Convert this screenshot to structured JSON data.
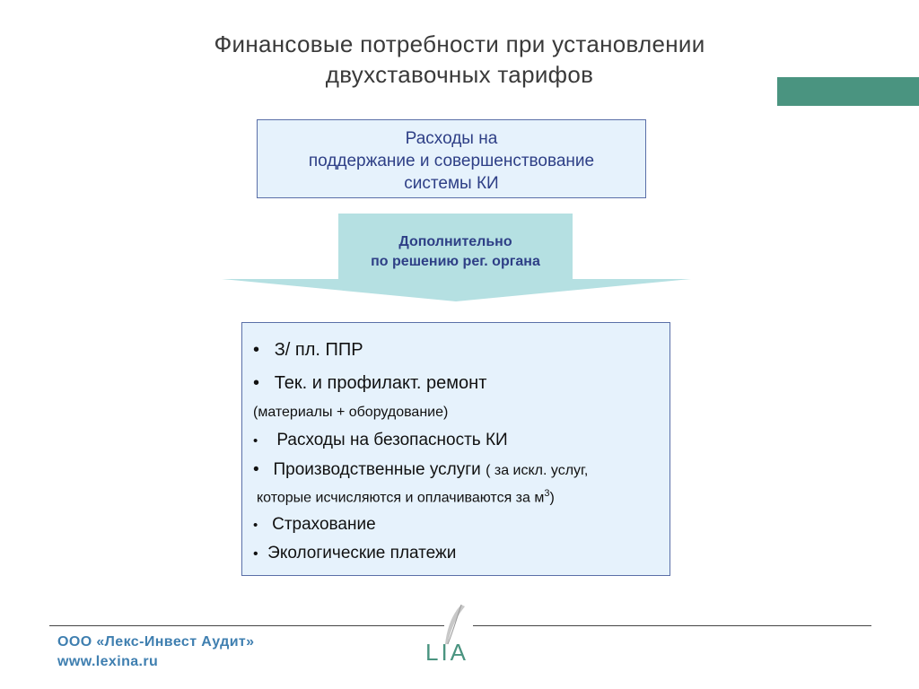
{
  "slide": {
    "title_line1": "Финансовые потребности при установлении",
    "title_line2": "двухставочных тарифов"
  },
  "top_box": {
    "line1": "Расходы на",
    "line2": "поддержание  и совершенствование",
    "line3": "системы КИ"
  },
  "arrow": {
    "line1": "Дополнительно",
    "line2": "по решению  рег. органа"
  },
  "list": {
    "bullet": "•",
    "item1": "З/ пл. ППР",
    "item2": "Тек.  и профилакт. ремонт",
    "item2_note": "(материалы + оборудование)",
    "item3": "Расходы на безопасность КИ",
    "item4": "Производственные услуги",
    "item4_note": "( за искл. услуг,",
    "item4_cont": "которые  исчисляются и оплачиваются за м",
    "item4_sup": "3",
    "item4_close": ")",
    "item5": "Страхование",
    "item6": "Экологические платежи"
  },
  "footer": {
    "company": "ООО «Лекс-Инвест Аудит»",
    "website": "www.lexina.ru",
    "logo_text": "LIA"
  },
  "colors": {
    "accent": "#4a9480",
    "box_fill": "#e6f2fc",
    "arrow_fill": "#b5e0e2",
    "text_blue": "#2e3f86",
    "company_blue": "#3f7fb0"
  }
}
